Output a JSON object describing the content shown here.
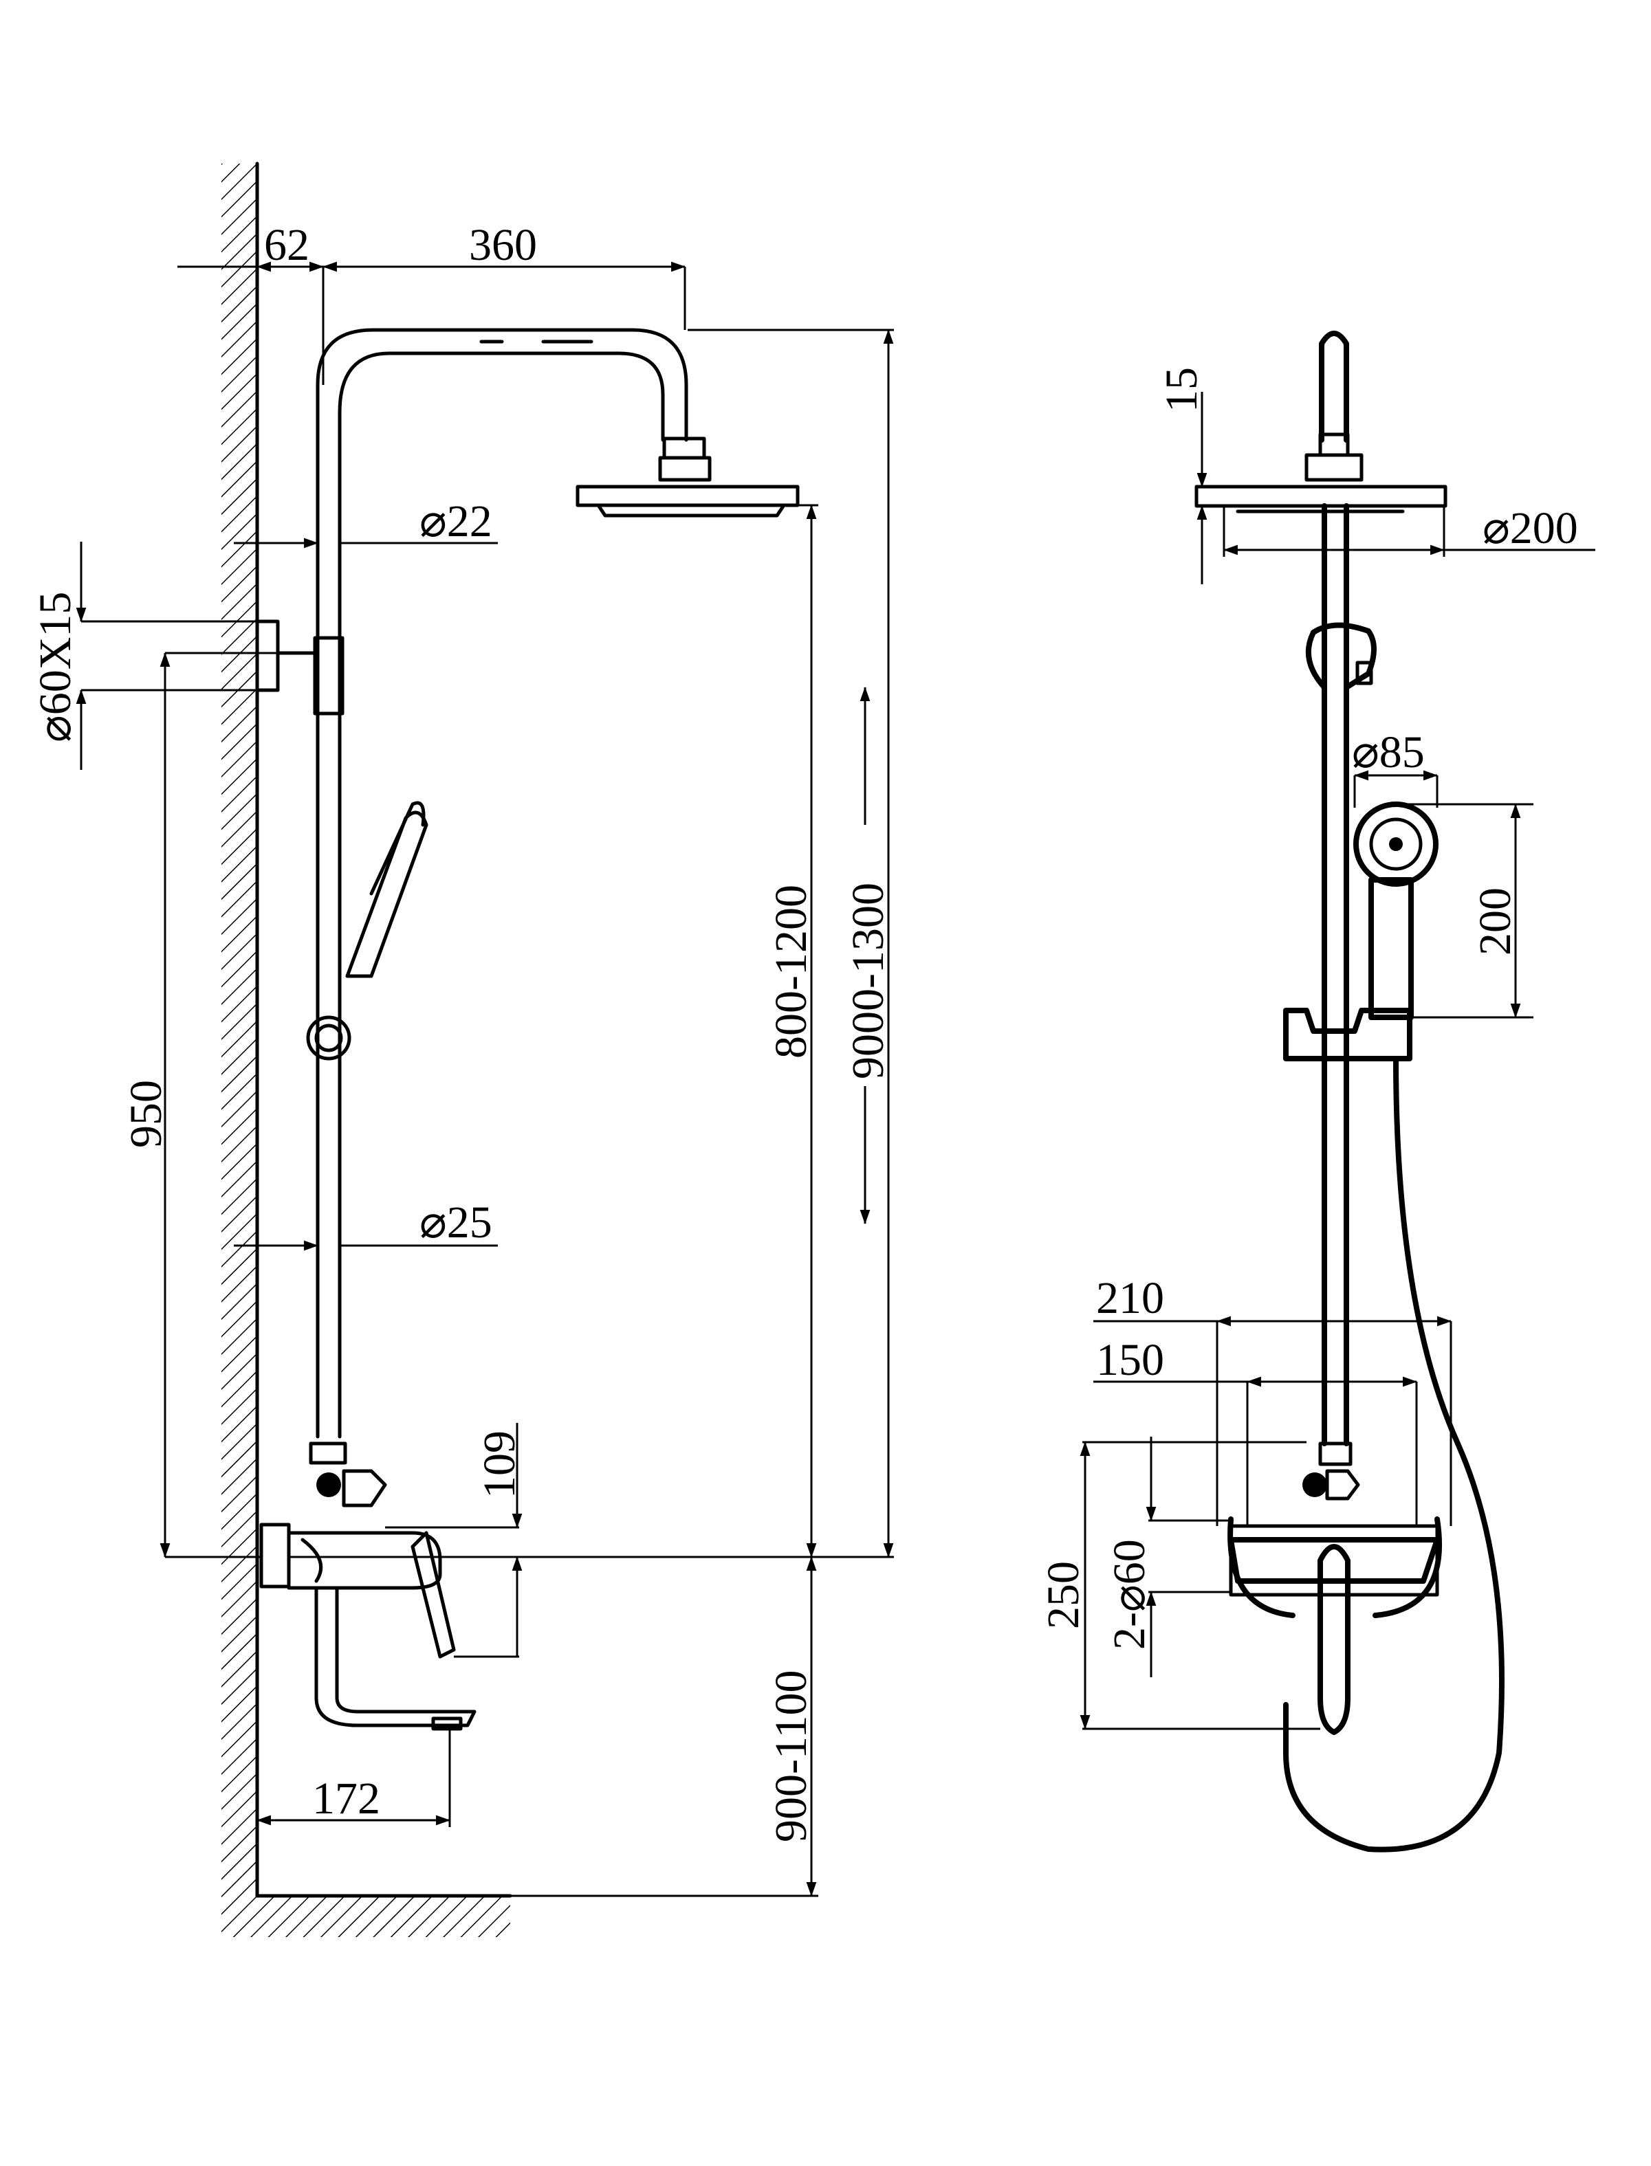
{
  "dimensions": {
    "wall_offset": "62",
    "arm_length": "360",
    "rail_dia_top": "⌀22",
    "wall_flange": "⌀60X15",
    "rail_dia_bottom": "⌀25",
    "height_950": "950",
    "height_800_1200": "800-1200",
    "height_9000_1300": "9000-1300",
    "valve_drop": "109",
    "spout_reach": "172",
    "spout_height": "900-1100",
    "head_thickness": "15",
    "head_dia": "⌀200",
    "hand_dia": "⌀85",
    "hand_length": "200",
    "width_210": "210",
    "width_150": "150",
    "mixer_height": "250",
    "flange_dia": "2-⌀60"
  }
}
